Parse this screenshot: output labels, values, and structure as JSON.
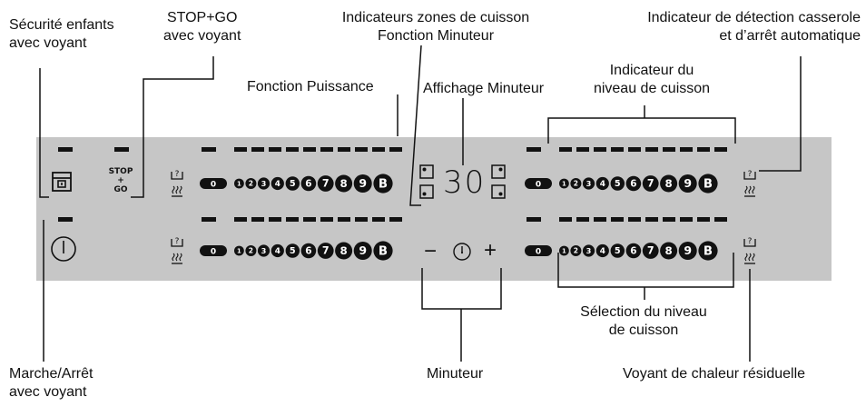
{
  "labels": {
    "child_lock": [
      "Sécurité enfants",
      "avec voyant"
    ],
    "stop_go": [
      "STOP+GO",
      "avec voyant"
    ],
    "zone_indicators": [
      "Indicateurs zones de cuisson",
      "Fonction Minuteur"
    ],
    "pan_detection": [
      "Indicateur de détection casserole",
      "et d’arrêt automatique"
    ],
    "power_function": [
      "Fonction Puissance"
    ],
    "timer_display": [
      "Affichage Minuteur"
    ],
    "level_indicator": [
      "Indicateur du",
      "niveau de cuisson"
    ],
    "level_selection": [
      "Sélection du niveau",
      "de cuisson"
    ],
    "on_off": [
      "Marche/Arrêt",
      "avec voyant"
    ],
    "timer": [
      "Minuteur"
    ],
    "residual_heat": [
      "Voyant de chaleur résiduelle"
    ]
  },
  "panel": {
    "stop_go_text": [
      "STOP",
      "+",
      "GO"
    ],
    "timer_value": "30",
    "timer_minus": "−",
    "timer_plus": "+",
    "pot_icon_text": "?",
    "heat_icon_text": "≋",
    "slider_zero": "0",
    "slider_levels": [
      "1",
      "2",
      "3",
      "4",
      "5",
      "6",
      "7",
      "8",
      "9",
      "B"
    ]
  },
  "icons": {
    "child_lock": "padlock-icon",
    "on_off": "power-icon",
    "timer": "timer-icon",
    "pot_detection": "pot-question-icon",
    "residual_heat": "heat-waves-icon"
  }
}
